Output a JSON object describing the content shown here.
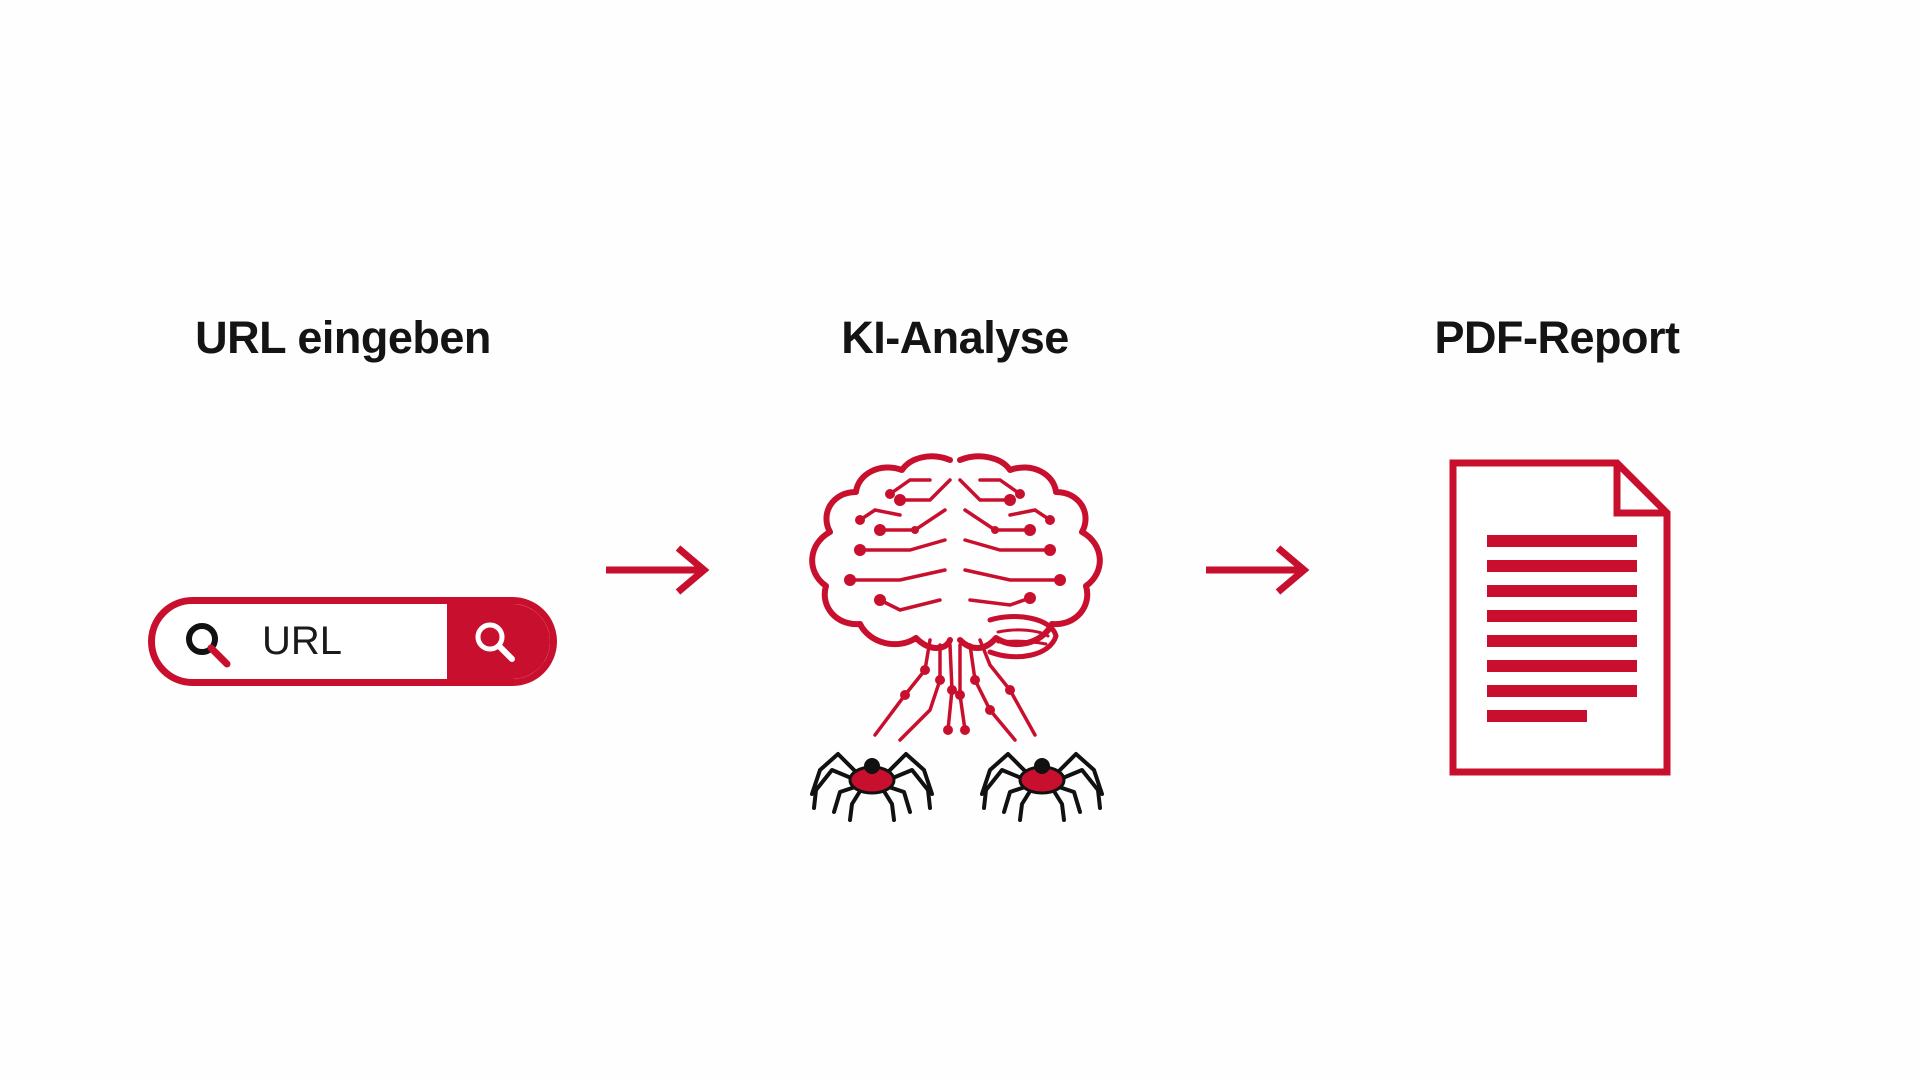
{
  "steps": [
    {
      "title": "URL eingeben"
    },
    {
      "title": "KI-Analyse"
    },
    {
      "title": "PDF-Report"
    }
  ],
  "search": {
    "field_text": "URL",
    "left_icon": "search-icon",
    "button_icon": "search-icon"
  },
  "illustration": {
    "icons": [
      "brain-circuit-icon",
      "spider-icon",
      "spider-icon"
    ]
  },
  "report": {
    "icon": "document-icon"
  },
  "colors": {
    "accent": "#c8102e",
    "text": "#141414",
    "background": "#fefefe"
  }
}
